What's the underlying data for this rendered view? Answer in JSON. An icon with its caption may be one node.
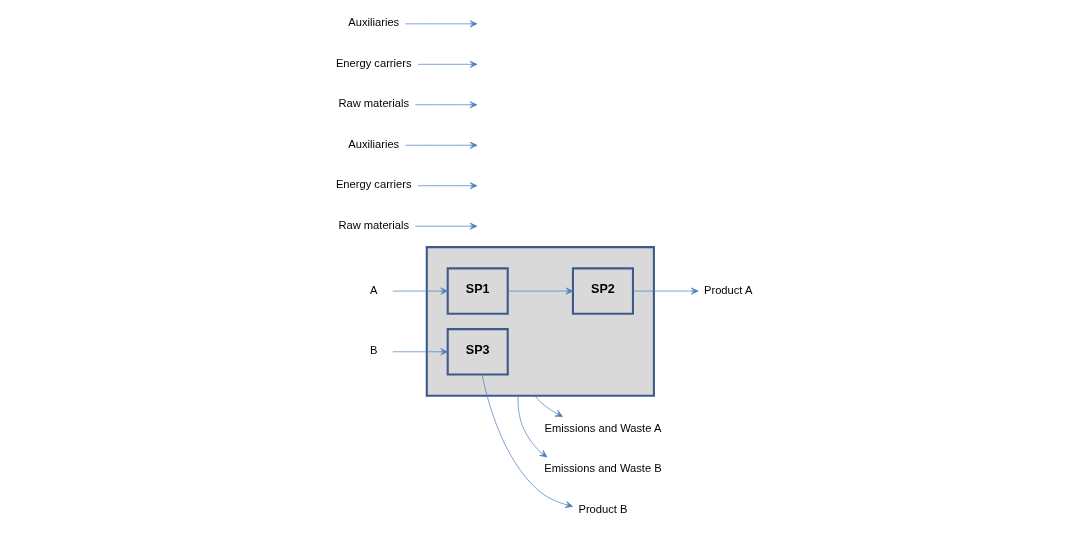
{
  "diagram": {
    "nodes": [
      {
        "text": [],
        "shape": "box"
      },
      {
        "text": [
          "SP1"
        ],
        "in": 0
      },
      {
        "text": [
          "SP2"
        ],
        "in": 0
      },
      {
        "text": [
          "SP3"
        ],
        "in": 0
      },
      {
        "text": [
          "Raw materials"
        ]
      },
      {
        "text": [
          "Energy carriers"
        ]
      },
      {
        "text": [
          "Auxiliaries"
        ]
      },
      {
        "text": [
          "A"
        ]
      },
      {
        "text": [
          "Raw materials"
        ]
      },
      {
        "text": [
          "Energy carriers"
        ]
      },
      {
        "text": [
          "Auxiliaries"
        ]
      },
      {
        "text": [
          "B"
        ]
      },
      {
        "text": [
          "Emissions and Waste A"
        ]
      },
      {
        "text": [
          "Product A"
        ]
      },
      {
        "text": [
          "Product B"
        ]
      },
      {
        "text": [
          "Emissions and Waste B"
        ]
      }
    ],
    "edges": [
      {
        "from": 4,
        "to": null,
        "arrow": "to"
      },
      {
        "from": 5,
        "to": null,
        "arrow": "to"
      },
      {
        "from": 6,
        "to": null,
        "arrow": "to"
      },
      {
        "from": 7,
        "to": 1,
        "arrow": "to"
      },
      {
        "from": 1,
        "to": 2,
        "arrow": "to"
      },
      {
        "from": 2,
        "to": 13,
        "arrow": "to"
      },
      {
        "from": 0,
        "to": 12,
        "arrow": "to"
      },
      {
        "from": 8,
        "to": null,
        "arrow": "to"
      },
      {
        "from": 9,
        "to": null,
        "arrow": "to"
      },
      {
        "from": 10,
        "to": null,
        "arrow": "to"
      },
      {
        "from": 11,
        "to": 3,
        "arrow": "to"
      },
      {
        "from": 3,
        "to": 14,
        "arrow": "to"
      },
      {
        "from": 0,
        "to": 15,
        "arrow": "to"
      }
    ]
  }
}
